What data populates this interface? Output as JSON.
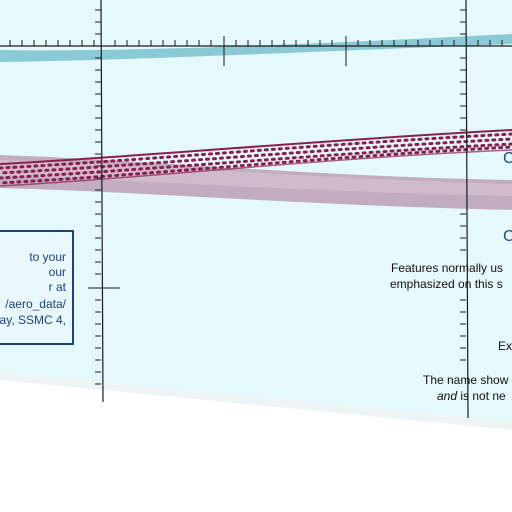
{
  "colors": {
    "sheet_background": "#e5f8fc",
    "outer_background": "#ffffff",
    "grid_line": "#1b1b1b",
    "airway_teal": "#7fc3d2",
    "airway_mauve": "#b594ac",
    "route_dotted": "#8a1f4f",
    "callout_border": "#1f3f7a",
    "callout_text": "#1f3f7a",
    "label_blue": "#1f4a7a"
  },
  "callout": {
    "lines": [
      "to your",
      "our",
      "r at",
      "/aero_data/",
      "ay, SSMC 4,"
    ]
  },
  "labels": {
    "upper_c": "C",
    "lower_c": "C"
  },
  "notes": {
    "features_line1": "Features normally us",
    "features_line2": "emphasized on this s",
    "ex_line": "Ex",
    "name_line1": "The name show",
    "name_line2": "and is not ne"
  }
}
